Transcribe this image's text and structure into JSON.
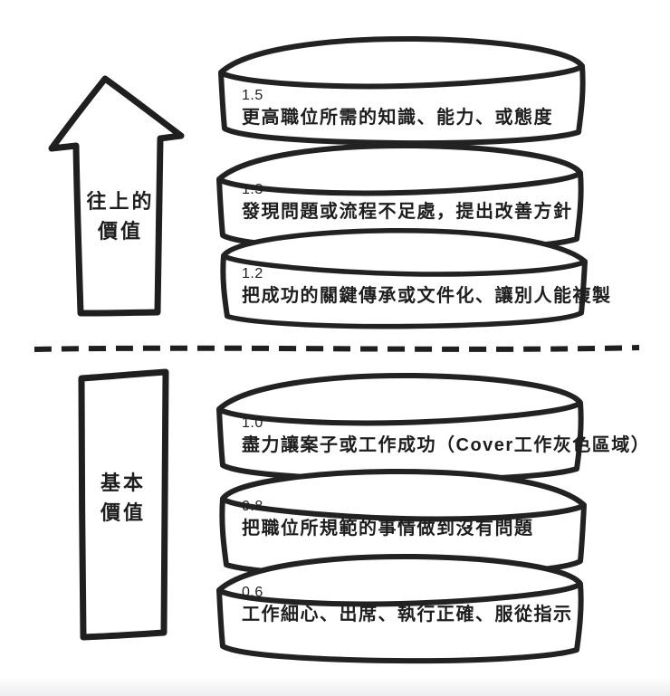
{
  "colors": {
    "ink": "#222222",
    "background": "#ffffff",
    "footer_tint": "#eeeef0"
  },
  "upper": {
    "arrow_label_line1": "往上的",
    "arrow_label_line2": "價值",
    "disks": [
      {
        "value": "1.5",
        "label": "更高職位所需的知識、能力、或態度"
      },
      {
        "value": "1.3",
        "label": "發現問題或流程不足處，提出改善方針"
      },
      {
        "value": "1.2",
        "label": "把成功的關鍵傳承或文件化、讓別人能複製"
      }
    ]
  },
  "lower": {
    "box_label_line1": "基本",
    "box_label_line2": "價值",
    "disks": [
      {
        "value": "1.0",
        "label": "盡力讓案子或工作成功（Cover工作灰色區域）"
      },
      {
        "value": "0.8",
        "label": "把職位所規範的事情做到沒有問題"
      },
      {
        "value": "0.6",
        "label": "工作細心、出席、執行正確、服從指示"
      }
    ]
  }
}
